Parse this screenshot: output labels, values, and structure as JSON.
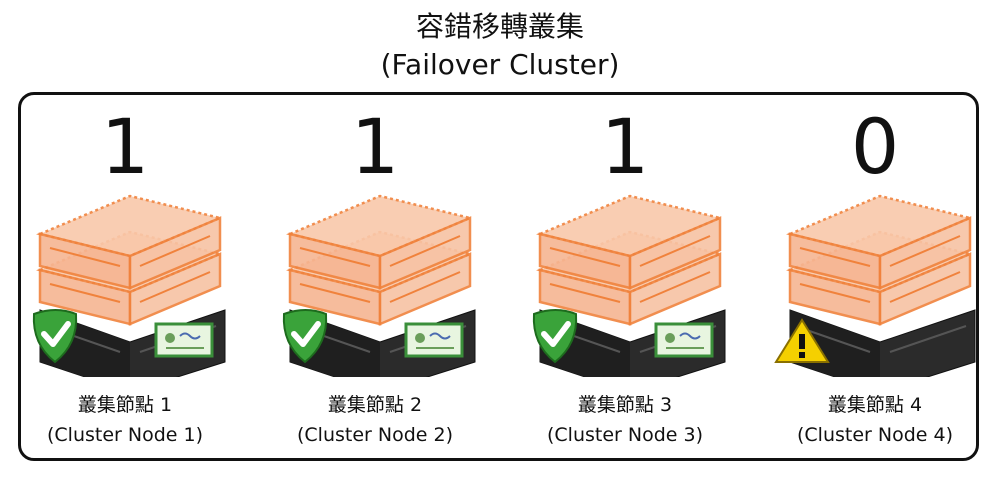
{
  "title": {
    "zh": "容錯移轉叢集",
    "en": "(Failover Cluster)"
  },
  "nodes": [
    {
      "count": "1",
      "label_zh": "叢集節點 1",
      "label_en": "(Cluster Node 1)",
      "status": "ok"
    },
    {
      "count": "1",
      "label_zh": "叢集節點 2",
      "label_en": "(Cluster Node 2)",
      "status": "ok"
    },
    {
      "count": "1",
      "label_zh": "叢集節點 3",
      "label_en": "(Cluster Node 3)",
      "status": "ok"
    },
    {
      "count": "0",
      "label_zh": "叢集節點 4",
      "label_en": "(Cluster Node 4)",
      "status": "warning"
    }
  ],
  "icons": {
    "ok_badge": "green-shield-check-icon",
    "certificate": "certificate-icon",
    "warning": "warning-triangle-icon",
    "server": "server-icon"
  },
  "colors": {
    "orange_fill": "#f9c8aa",
    "orange_stroke": "#f0823c",
    "shield_green": "#3aa33a",
    "warning_yellow": "#f5d000"
  }
}
